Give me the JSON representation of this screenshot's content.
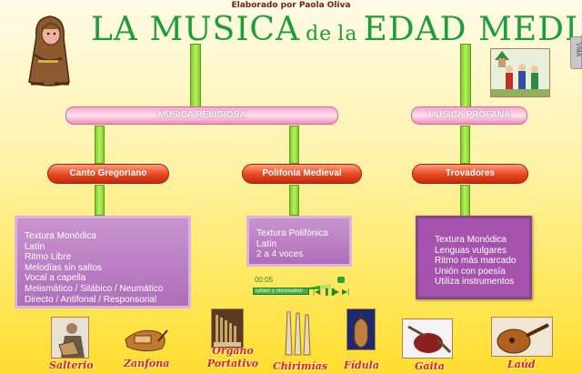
{
  "header": {
    "credit": "Elaborado por Paola Oliva",
    "title_part1": "LA MUSICA",
    "title_de": "de",
    "title_la": "la",
    "title_part2": "EDAD MEDIA"
  },
  "top_right_tab": "VMA",
  "categories": {
    "religiosa": "MUSICA RELIGIOSA",
    "profana": "MUSICA PROFANA"
  },
  "subcategories": {
    "gregoriano": "Canto Gregoriano",
    "polifonia": "Polifonía Medieval",
    "trovadores": "Trovadores"
  },
  "boxes": {
    "gregoriano": [
      "Textura Monódica",
      "Latín",
      "Ritmo Libre",
      "Melodías sin saltos",
      "Vocal a capella",
      "Melismático / Silábico / Neumático",
      "Directo / Antifonal / Responsorial"
    ],
    "polifonia": [
      "Textura Polifónica",
      "Latín",
      "2 a 4 voces"
    ],
    "trovadores": [
      "Textura Monódica",
      "Lenguas vulgares",
      "Ritmo más marcado",
      "Unión con poesía",
      "Utiliza instrumentos"
    ]
  },
  "player": {
    "time": "00:05",
    "track": "lutfam y nomination"
  },
  "instruments": [
    "Salterio",
    "Zanfona",
    "Organo Portativo",
    "Chirimías",
    "Fídula",
    "Gaita",
    "Laúd"
  ],
  "colors": {
    "title_green": "#1a9e3a",
    "stem_green": "#8fdc38",
    "pink": "#f7a8cc",
    "red": "#e8451c",
    "purple": "#b06dba"
  }
}
